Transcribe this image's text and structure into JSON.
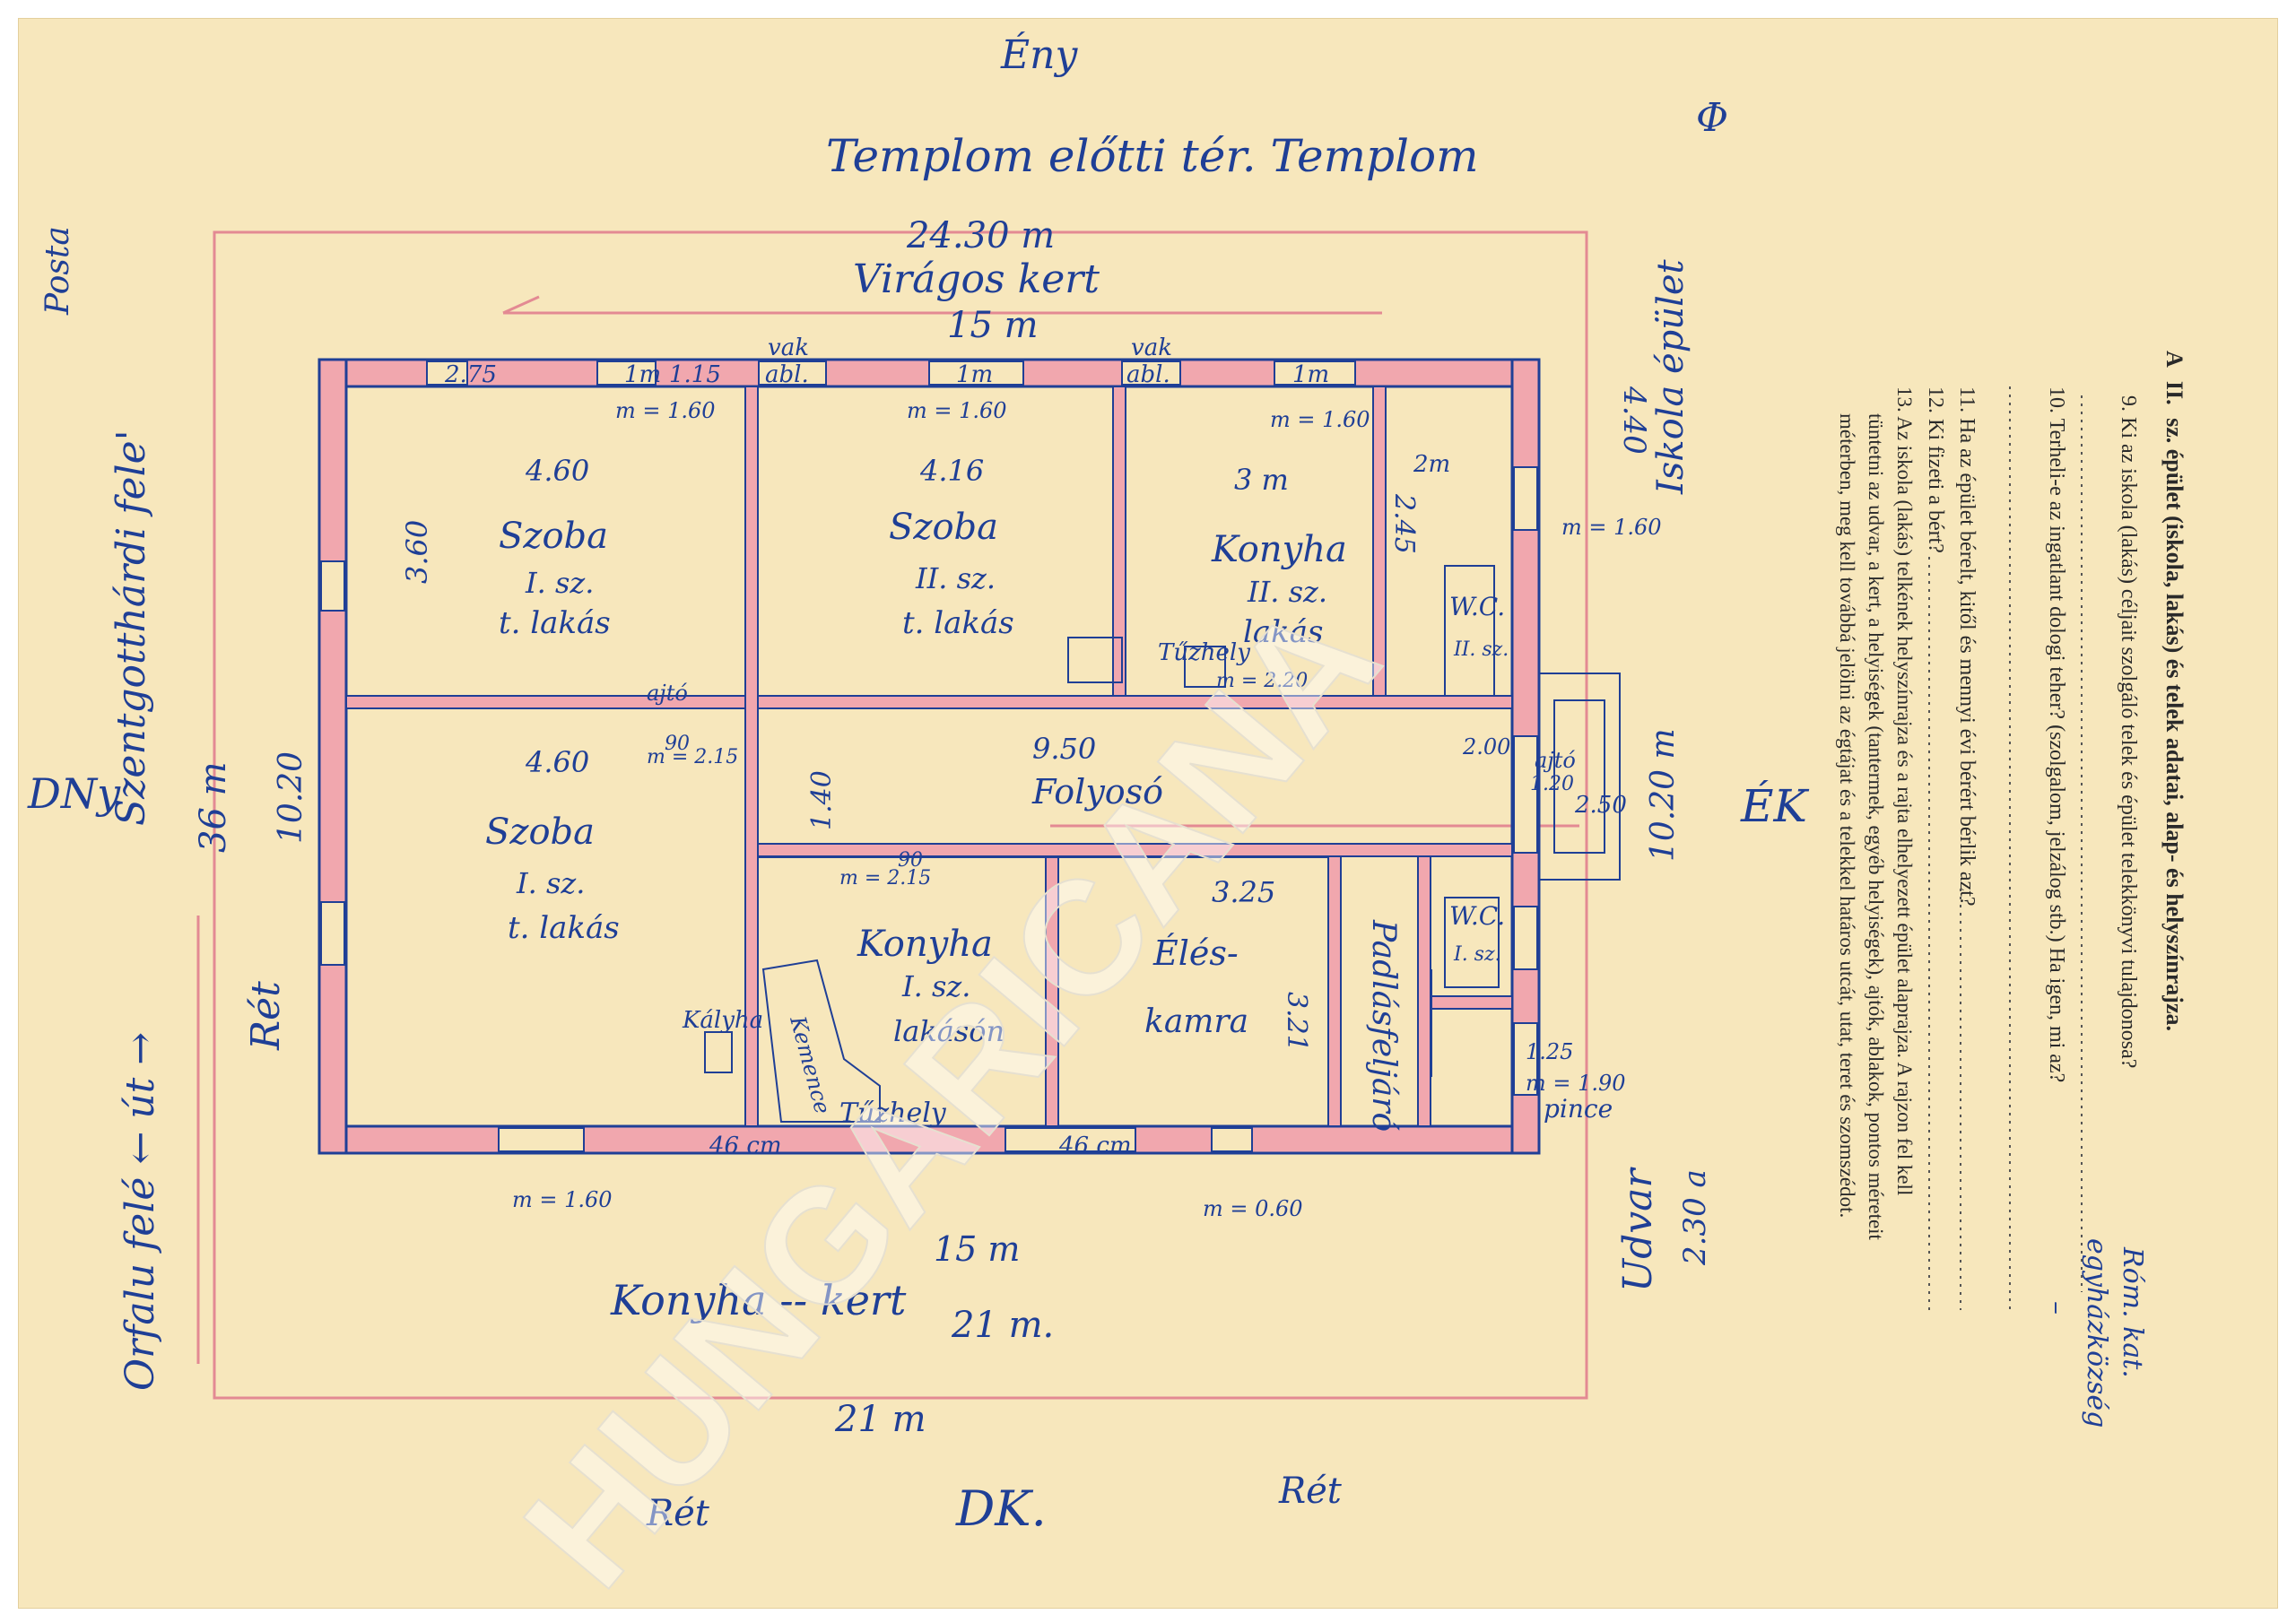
{
  "sketch": {
    "north_label": "Ény",
    "top_street": "Templom előtti tér.   Templom",
    "north_symbol": "Φ",
    "dims_top": {
      "total": "24.30 m",
      "garden": "Virágos kert",
      "garden_len": "15 m"
    },
    "dims_bottom": {
      "len_15": "15 m",
      "garden": "Konyha -- kert",
      "len_21a": "21 m.",
      "len_21b": "21 m"
    },
    "left_side": {
      "posta": "Posta",
      "owner_left": "Szentgotthárdi fele'",
      "direction": "DNy",
      "road": "Orfalu felé ←   út   →",
      "road_len": "36 m",
      "meadow": "Rét",
      "height": "10.20"
    },
    "right_side": {
      "school": "Iskola épület",
      "school_dist": "4.40",
      "direction": "ÉK",
      "height": "10.20 m",
      "courtyard": "Udvar",
      "courtyard_len": "2.30 a"
    },
    "bottom_side": {
      "left_meadow": "Rét",
      "direction": "DK.",
      "right_meadow": "Rét"
    },
    "rooms": [
      {
        "name": "Szoba",
        "num": "I. sz.",
        "use": "t. lakás",
        "w": "4.60",
        "h": "3.60"
      },
      {
        "name": "Szoba",
        "num": "II. sz.",
        "use": "t. lakás",
        "w": "4.16"
      },
      {
        "name": "Konyha",
        "num": "II. sz.",
        "use": "lakás",
        "w": "3 m",
        "h": "2.45"
      },
      {
        "name": "Szoba",
        "num": "I. sz.",
        "use": "t. lakás",
        "w": "4.60"
      },
      {
        "name": "Folyosó",
        "w": "9.50",
        "h": "1.40"
      },
      {
        "name": "Konyha",
        "num": "I. sz.",
        "use": "lakásón"
      },
      {
        "name": "Élés-",
        "use": "kamra",
        "w": "3.25",
        "h": "3.21"
      },
      {
        "name": "Padlásfeljáró"
      }
    ],
    "features": {
      "wc1": "W.C.",
      "wc1_num": "II. sz.",
      "wc2": "W.C.",
      "wc2_num": "I. sz.",
      "furnace": "Tűzhely",
      "stove": "Kályha",
      "oven": "Kemence",
      "cellar": "pince",
      "vak": "vak",
      "abl": "abl.",
      "door": "ajtó",
      "window_1m": "1m",
      "m160": "m = 1.60",
      "m220": "m = 2.20",
      "m215": "m = 2.15",
      "m190": "m = 1.90",
      "m060": "m = 0.60",
      "d275": "2.75",
      "d115": "1.15",
      "d46": "46 cm",
      "d90": "90",
      "d2m": "2m",
      "d120": "1.20",
      "d250": "2.50",
      "d125": "1.25",
      "d200": "2.00"
    }
  },
  "form": {
    "header": {
      "prefix": "A",
      "num": "II.",
      "text": "sz. épület (iskola, lakás) és telek adatai, alap- és helyszínrajza."
    },
    "q9": {
      "label": "9. Ki az iskola (lakás) céljait szolgáló telek és épület telekkönyvi tulajdonosa?",
      "answer": "Róm. kat.",
      "answer2": "egyházközség"
    },
    "q10": {
      "label": "10. Terheli-e az ingatlant dologi teher? (szolgalom, jelzálog stb.) Ha igen, mi az?",
      "answer": "–"
    },
    "q11": {
      "label": "11. Ha az épület bérelt, kitől és mennyi évi bérért bérlik azt?"
    },
    "q12": {
      "label": "12. Ki fizeti a bért?"
    },
    "q13": {
      "line1": "13. Az iskola (lakás) telkének helyszínrajza és a rajta elhelyezett épület alaprajza. A rajzon fel kell",
      "line2": "tüntetni az udvar, a kert, a helyiségek (tantermek, egyéb helyiségek), ajtók, ablakok, pontos méreteit",
      "line3": "méterben, meg kell továbbá jelölni az égtájat és a telekkel határos utcát, utat, teret és szomszédot."
    }
  },
  "watermark": "HUNGARICANA",
  "colors": {
    "paper": "#f7e7bc",
    "ink": "#1f3f96",
    "wall": "#f1a7ae",
    "red_line": "#e38a93"
  }
}
